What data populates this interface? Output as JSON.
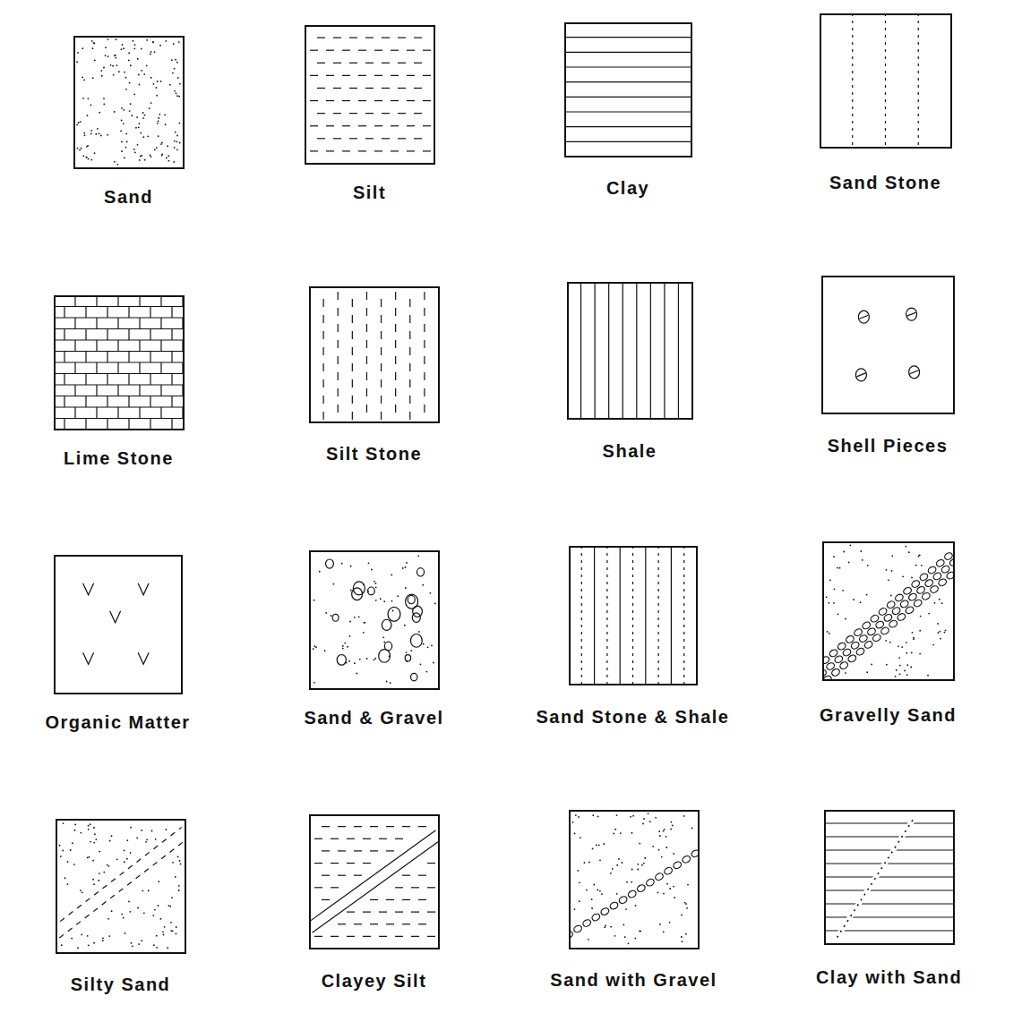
{
  "diagram": {
    "nodes": [
      {
        "text": [
          "Sand"
        ]
      },
      {
        "text": [
          "Silt"
        ]
      },
      {
        "text": [
          "Clay"
        ]
      },
      {
        "text": [
          "Sand Stone"
        ]
      },
      {
        "text": [
          "Lime Stone"
        ]
      },
      {
        "text": [
          "Silt Stone"
        ]
      },
      {
        "text": [
          "Shale"
        ]
      },
      {
        "text": [
          "Shell Pieces"
        ]
      },
      {
        "text": [
          "Organic Matter"
        ]
      },
      {
        "text": [
          "Sand & Gravel"
        ]
      },
      {
        "text": [
          "Sand Stone & Shale"
        ]
      },
      {
        "text": [
          "Gravelly Sand"
        ]
      },
      {
        "text": [
          "Silty Sand"
        ]
      },
      {
        "text": [
          "Clayey Silt"
        ]
      },
      {
        "text": [
          "Sand with Gravel"
        ]
      },
      {
        "text": [
          "Clay with Sand"
        ]
      }
    ]
  }
}
